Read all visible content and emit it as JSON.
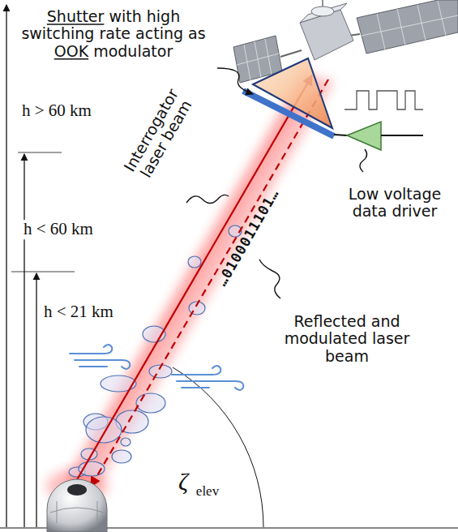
{
  "diagram": {
    "labels": [
      "Shutter with high switching rate acting as OOK modulator",
      "Low voltage data driver",
      "Interrogator laser beam",
      "…0100011101…",
      "Reflected and modulated laser beam",
      "h > 60 km",
      "h < 60 km",
      "h < 21 km",
      "ζ",
      "elev"
    ]
  }
}
